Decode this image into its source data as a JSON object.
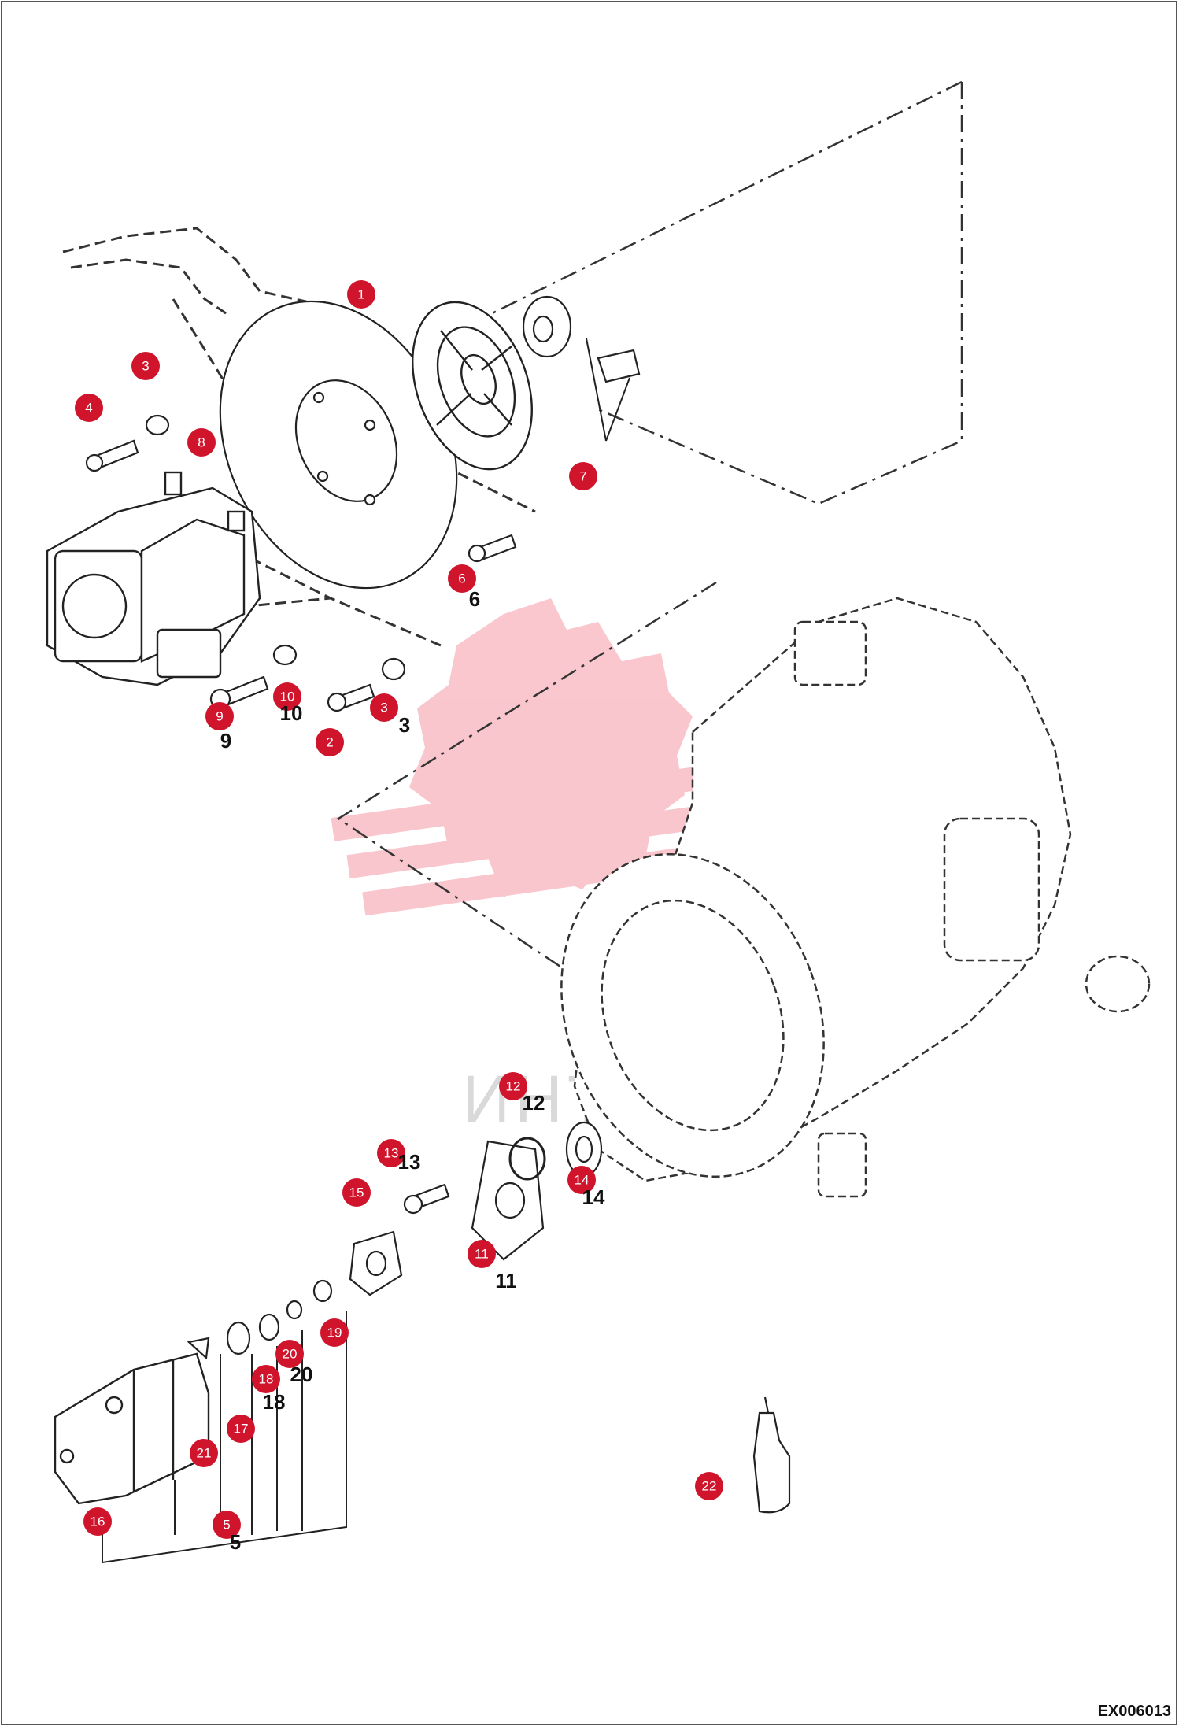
{
  "diagram": {
    "reference_code": "EX006013",
    "watermark_text": "ИНТЕХ",
    "callout_color": "#d0142c",
    "callouts": [
      {
        "id": "c1",
        "label": "1"
      },
      {
        "id": "c2",
        "label": "2"
      },
      {
        "id": "c3a",
        "label": "3"
      },
      {
        "id": "c3b",
        "label": "3"
      },
      {
        "id": "c4",
        "label": "4"
      },
      {
        "id": "c5",
        "label": "5"
      },
      {
        "id": "c6",
        "label": "6"
      },
      {
        "id": "c7",
        "label": "7"
      },
      {
        "id": "c8",
        "label": "8"
      },
      {
        "id": "c9",
        "label": "9"
      },
      {
        "id": "c10",
        "label": "10"
      },
      {
        "id": "c11",
        "label": "11"
      },
      {
        "id": "c12",
        "label": "12"
      },
      {
        "id": "c13",
        "label": "13"
      },
      {
        "id": "c14",
        "label": "14"
      },
      {
        "id": "c15",
        "label": "15"
      },
      {
        "id": "c16",
        "label": "16"
      },
      {
        "id": "c17",
        "label": "17"
      },
      {
        "id": "c18",
        "label": "18"
      },
      {
        "id": "c19",
        "label": "19"
      },
      {
        "id": "c20",
        "label": "20"
      },
      {
        "id": "c21",
        "label": "21"
      },
      {
        "id": "c22",
        "label": "22"
      }
    ]
  }
}
